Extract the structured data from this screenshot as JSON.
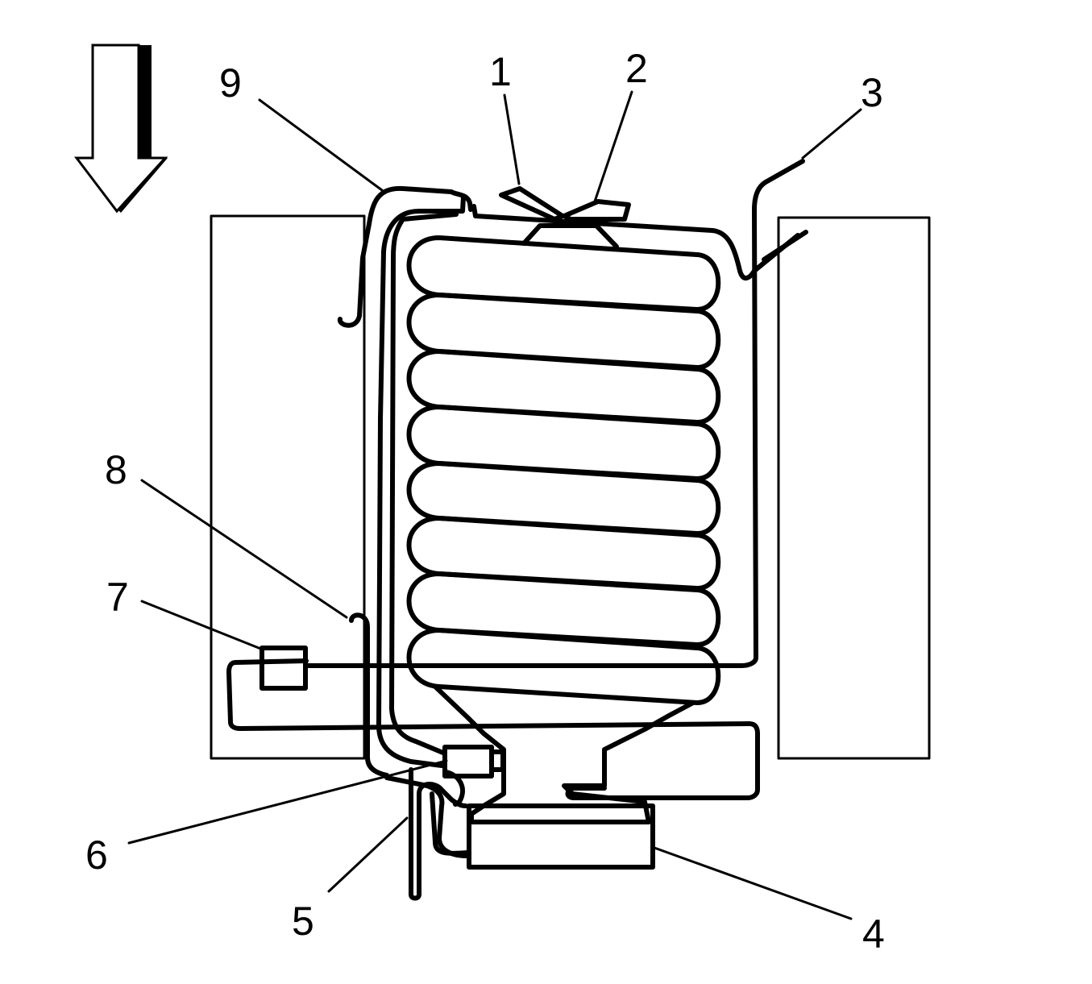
{
  "diagram": {
    "callouts": [
      {
        "id": "1",
        "label": "1"
      },
      {
        "id": "2",
        "label": "2"
      },
      {
        "id": "3",
        "label": "3"
      },
      {
        "id": "4",
        "label": "4"
      },
      {
        "id": "5",
        "label": "5"
      },
      {
        "id": "6",
        "label": "6"
      },
      {
        "id": "7",
        "label": "7"
      },
      {
        "id": "8",
        "label": "8"
      },
      {
        "id": "9",
        "label": "9"
      }
    ],
    "direction_arrow": {
      "icon": "down-arrow-icon"
    },
    "colors": {
      "line": "#000000",
      "background": "#ffffff"
    }
  }
}
